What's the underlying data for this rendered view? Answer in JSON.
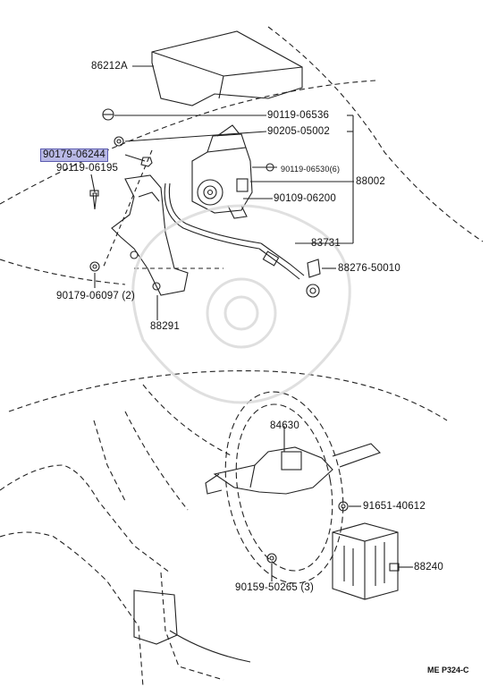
{
  "parts": {
    "p86212A": "86212A",
    "p90119_06536": "90119-06536",
    "p90205_05002": "90205-05002",
    "p90179_06244": "90179-06244",
    "p90119_06195": "90119-06195",
    "p90119_06530": "90119-06530(6)",
    "p88002": "88002",
    "p90109_06200": "90109-06200",
    "p83731": "83731",
    "p88276_50010": "88276-50010",
    "p90179_06097": "90179-06097 (2)",
    "p88291": "88291",
    "p84630": "84630",
    "p91651_40612": "91651-40612",
    "p88240": "88240",
    "p90159_50265": "90159-50265 (3)"
  },
  "highlight_color": "#b9b9e6",
  "reference": "ME P324-C"
}
